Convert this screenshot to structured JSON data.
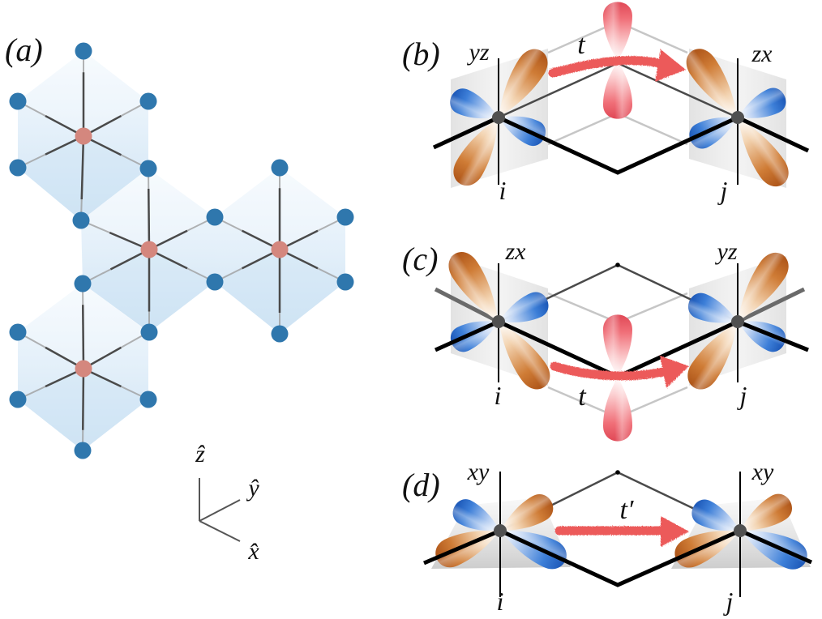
{
  "figure": {
    "panels": {
      "a": {
        "label": "(a)",
        "axes": {
          "z": "ẑ",
          "y": "ŷ",
          "x": "x̂"
        }
      },
      "b": {
        "label": "(b)",
        "orbital_i": "yz",
        "orbital_j": "zx",
        "hopping": "t",
        "site_i": "i",
        "site_j": "j"
      },
      "c": {
        "label": "(c)",
        "orbital_i": "zx",
        "orbital_j": "yz",
        "hopping": "t",
        "site_i": "i",
        "site_j": "j"
      },
      "d": {
        "label": "(d)",
        "orbital_i": "xy",
        "orbital_j": "xy",
        "hopping": "t′",
        "site_i": "i",
        "site_j": "j"
      }
    }
  },
  "colors": {
    "ligand_atom": "#2f77ad",
    "metal_atom": "#d4877e",
    "octahedron_face": "#cfe4f5",
    "lobe_blue": "#1f5fc0",
    "lobe_orange": "#b8601e",
    "ligand_orbital": "#e34d5b",
    "hopping_arrow": "#ec5a5a",
    "site": "#505050",
    "bond": "#000000"
  }
}
